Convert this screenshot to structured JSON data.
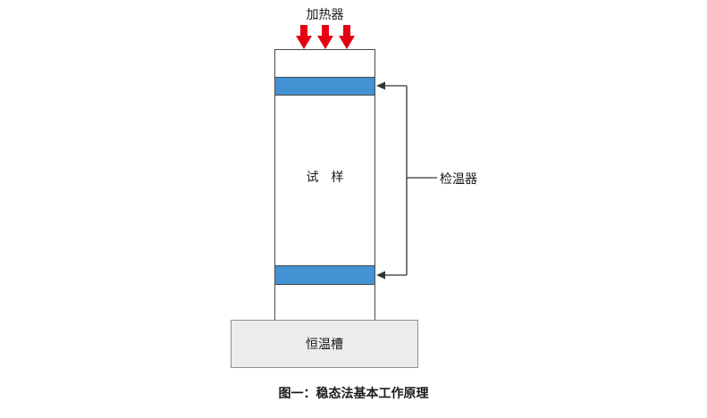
{
  "diagram": {
    "heater_label": "加热器",
    "sample_label": "试　样",
    "detector_label": "检温器",
    "bath_label": "恒温槽",
    "caption": "图一：稳态法基本工作原理",
    "colors": {
      "band_blue": "#4292d4",
      "arrow_red": "#e60012",
      "bath_fill": "#ececec",
      "outline": "#4a4a4a",
      "bracket": "#333333"
    }
  }
}
